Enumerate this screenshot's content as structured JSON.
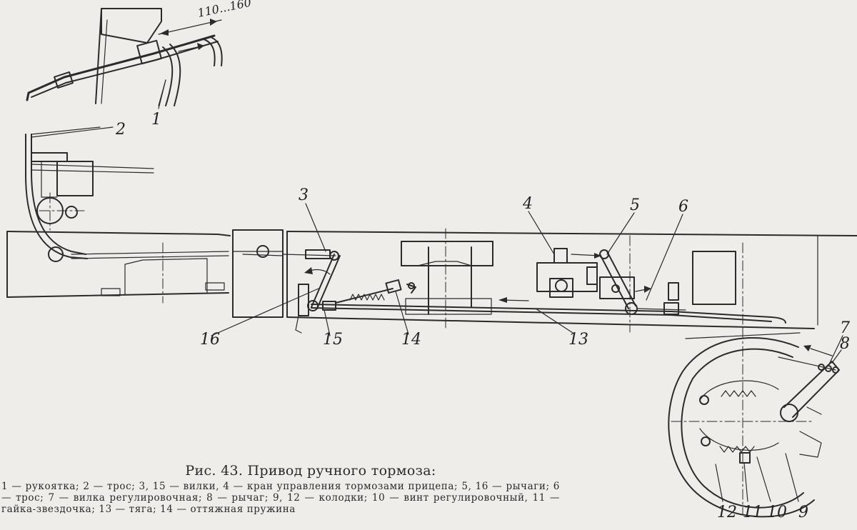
{
  "figure": {
    "dimension_label": "110...160",
    "callouts": [
      {
        "id": "c1",
        "text": "1"
      },
      {
        "id": "c2",
        "text": "2"
      },
      {
        "id": "c3",
        "text": "3"
      },
      {
        "id": "c4",
        "text": "4"
      },
      {
        "id": "c5",
        "text": "5"
      },
      {
        "id": "c6",
        "text": "6"
      },
      {
        "id": "c7",
        "text": "7"
      },
      {
        "id": "c8",
        "text": "8"
      },
      {
        "id": "c9",
        "text": "9"
      },
      {
        "id": "c10",
        "text": "10"
      },
      {
        "id": "c11",
        "text": "11"
      },
      {
        "id": "c12",
        "text": "12"
      },
      {
        "id": "c13",
        "text": "13"
      },
      {
        "id": "c14",
        "text": "14"
      },
      {
        "id": "c15",
        "text": "15"
      },
      {
        "id": "c16",
        "text": "16"
      }
    ]
  },
  "caption": {
    "title": "Рис. 43. Привод ручного тормоза:",
    "legend": "1 — рукоятка; 2 — трос; 3, 15 — вилки, 4 — кран управления тормозами прицепа; 5, 16 — рычаги; 6 — трос; 7 — вилка регулировочная; 8 — рычаг; 9, 12 — колодки; 10 — винт регулировочный, 11 — гайка-звездочка; 13 — тяга; 14 — оттяжная пружина"
  },
  "colors": {
    "paper": "#efedea",
    "ink": "#2b2b2b"
  }
}
